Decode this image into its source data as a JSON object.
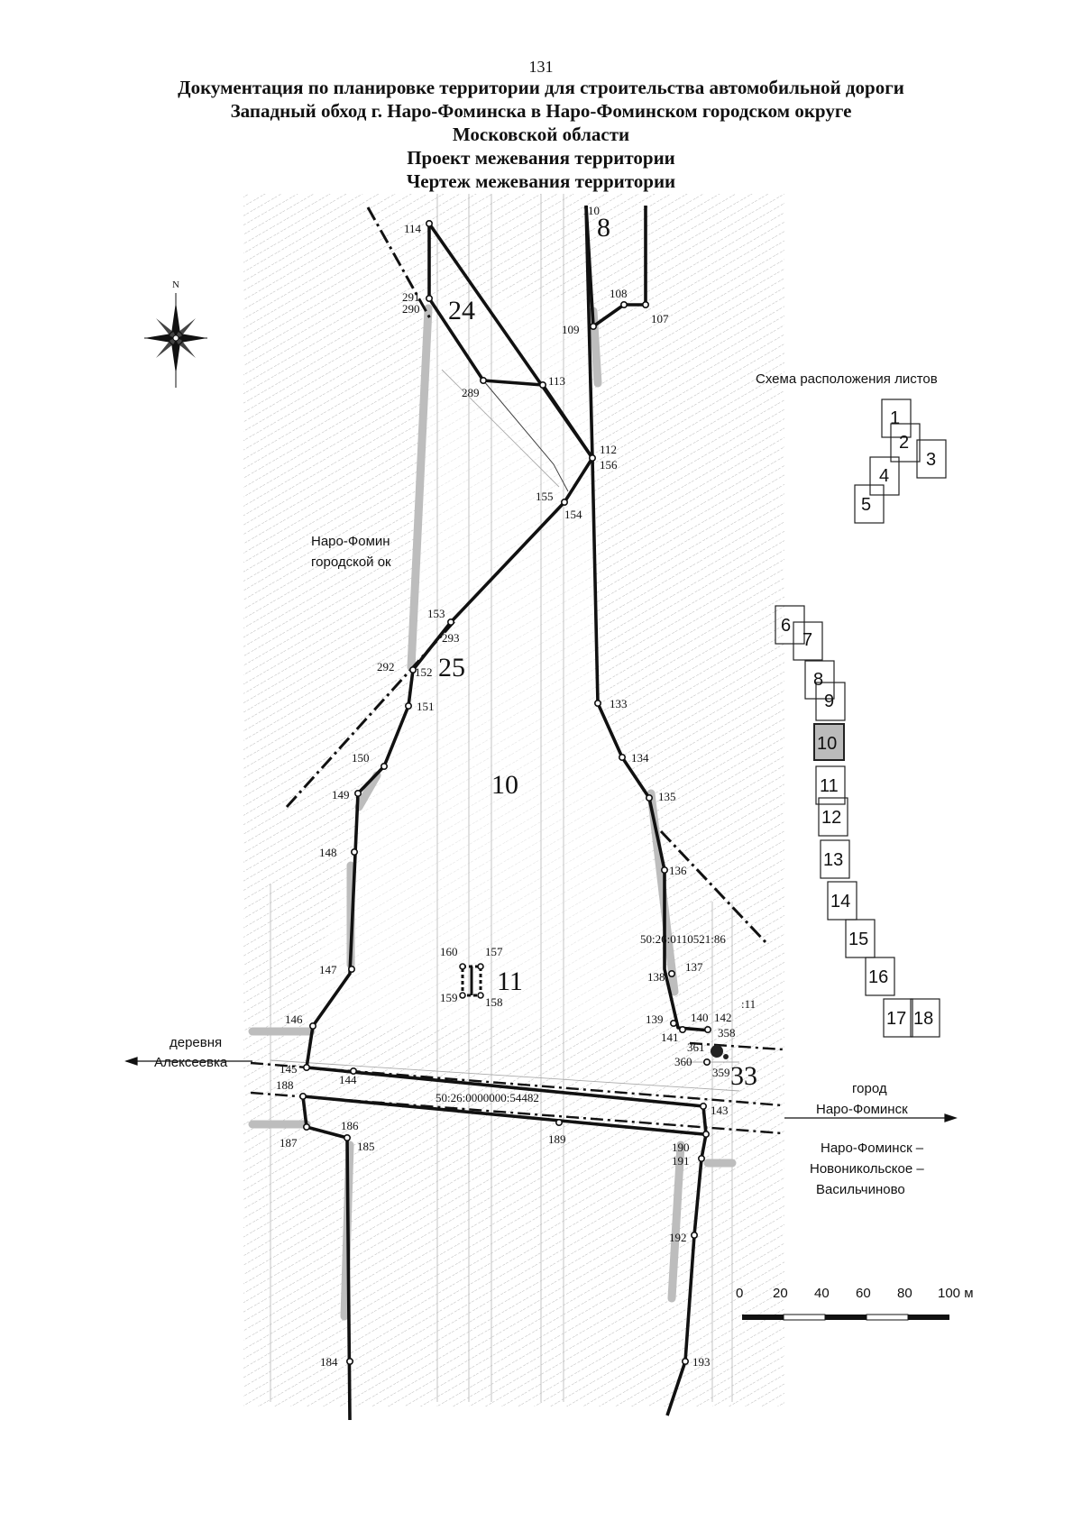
{
  "page_number": "131",
  "header": {
    "line1": "Документация по планировке территории для строительства автомобильной дороги",
    "line2": "Западный обход г. Наро-Фоминска в Наро-Фоминском городском округе",
    "line3": "Московской области",
    "line4": "Проект межевания территории",
    "line5": "Чертеж межевания территории"
  },
  "compass": {
    "north_label": "N",
    "icon": "compass-rose-icon"
  },
  "scheme": {
    "title": "Схема расположения листов",
    "sheets": [
      "1",
      "2",
      "3",
      "4",
      "5",
      "6",
      "7",
      "8",
      "9",
      "10",
      "11",
      "12",
      "13",
      "14",
      "15",
      "16",
      "17",
      "18"
    ],
    "current_sheet": "10"
  },
  "scale_bar": {
    "ticks": [
      "0",
      "20",
      "40",
      "60",
      "80",
      "100 м"
    ]
  },
  "places": {
    "district": [
      "Наро-Фомин",
      "городской ок"
    ],
    "village": [
      "деревня",
      "Алексеевка"
    ],
    "city": [
      "город",
      "Наро-Фоминск"
    ],
    "road": [
      "Наро-Фоминск –",
      "Новоникольское –",
      "Васильчиново"
    ]
  },
  "parcels": {
    "top": "8",
    "left": "24",
    "small": "25",
    "main": "10",
    "inner": "11",
    "right": "33"
  },
  "cadastral": {
    "c1": "50:26:0110521:86",
    "c2": "50:26:0000000:54482",
    "c3": ":11"
  },
  "points": {
    "p110": "110",
    "p114": "114",
    "p291": "291",
    "p290": "290",
    "p108": "108",
    "p107": "107",
    "p109": "109",
    "p289": "289",
    "p113": "113",
    "p112": "112",
    "p156": "156",
    "p155": "155",
    "p154": "154",
    "p153": "153",
    "p293": "293",
    "p292": "292",
    "p152": "152",
    "p151": "151",
    "p133": "133",
    "p150": "150",
    "p134": "134",
    "p149": "149",
    "p135": "135",
    "p148": "148",
    "p136": "136",
    "p160": "160",
    "p157": "157",
    "p159": "159",
    "p158": "158",
    "p147": "147",
    "p138": "138",
    "p137": "137",
    "p146": "146",
    "p139": "139",
    "p140": "140",
    "p142": "142",
    "p141": "141",
    "p358": "358",
    "p361": "361",
    "p145": "145",
    "p144": "144",
    "p360": "360",
    "p359": "359",
    "p188": "188",
    "p143": "143",
    "p186": "186",
    "p187": "187",
    "p185": "185",
    "p189": "189",
    "p190": "190",
    "p191": "191",
    "p192": "192",
    "p184": "184",
    "p193": "193"
  }
}
